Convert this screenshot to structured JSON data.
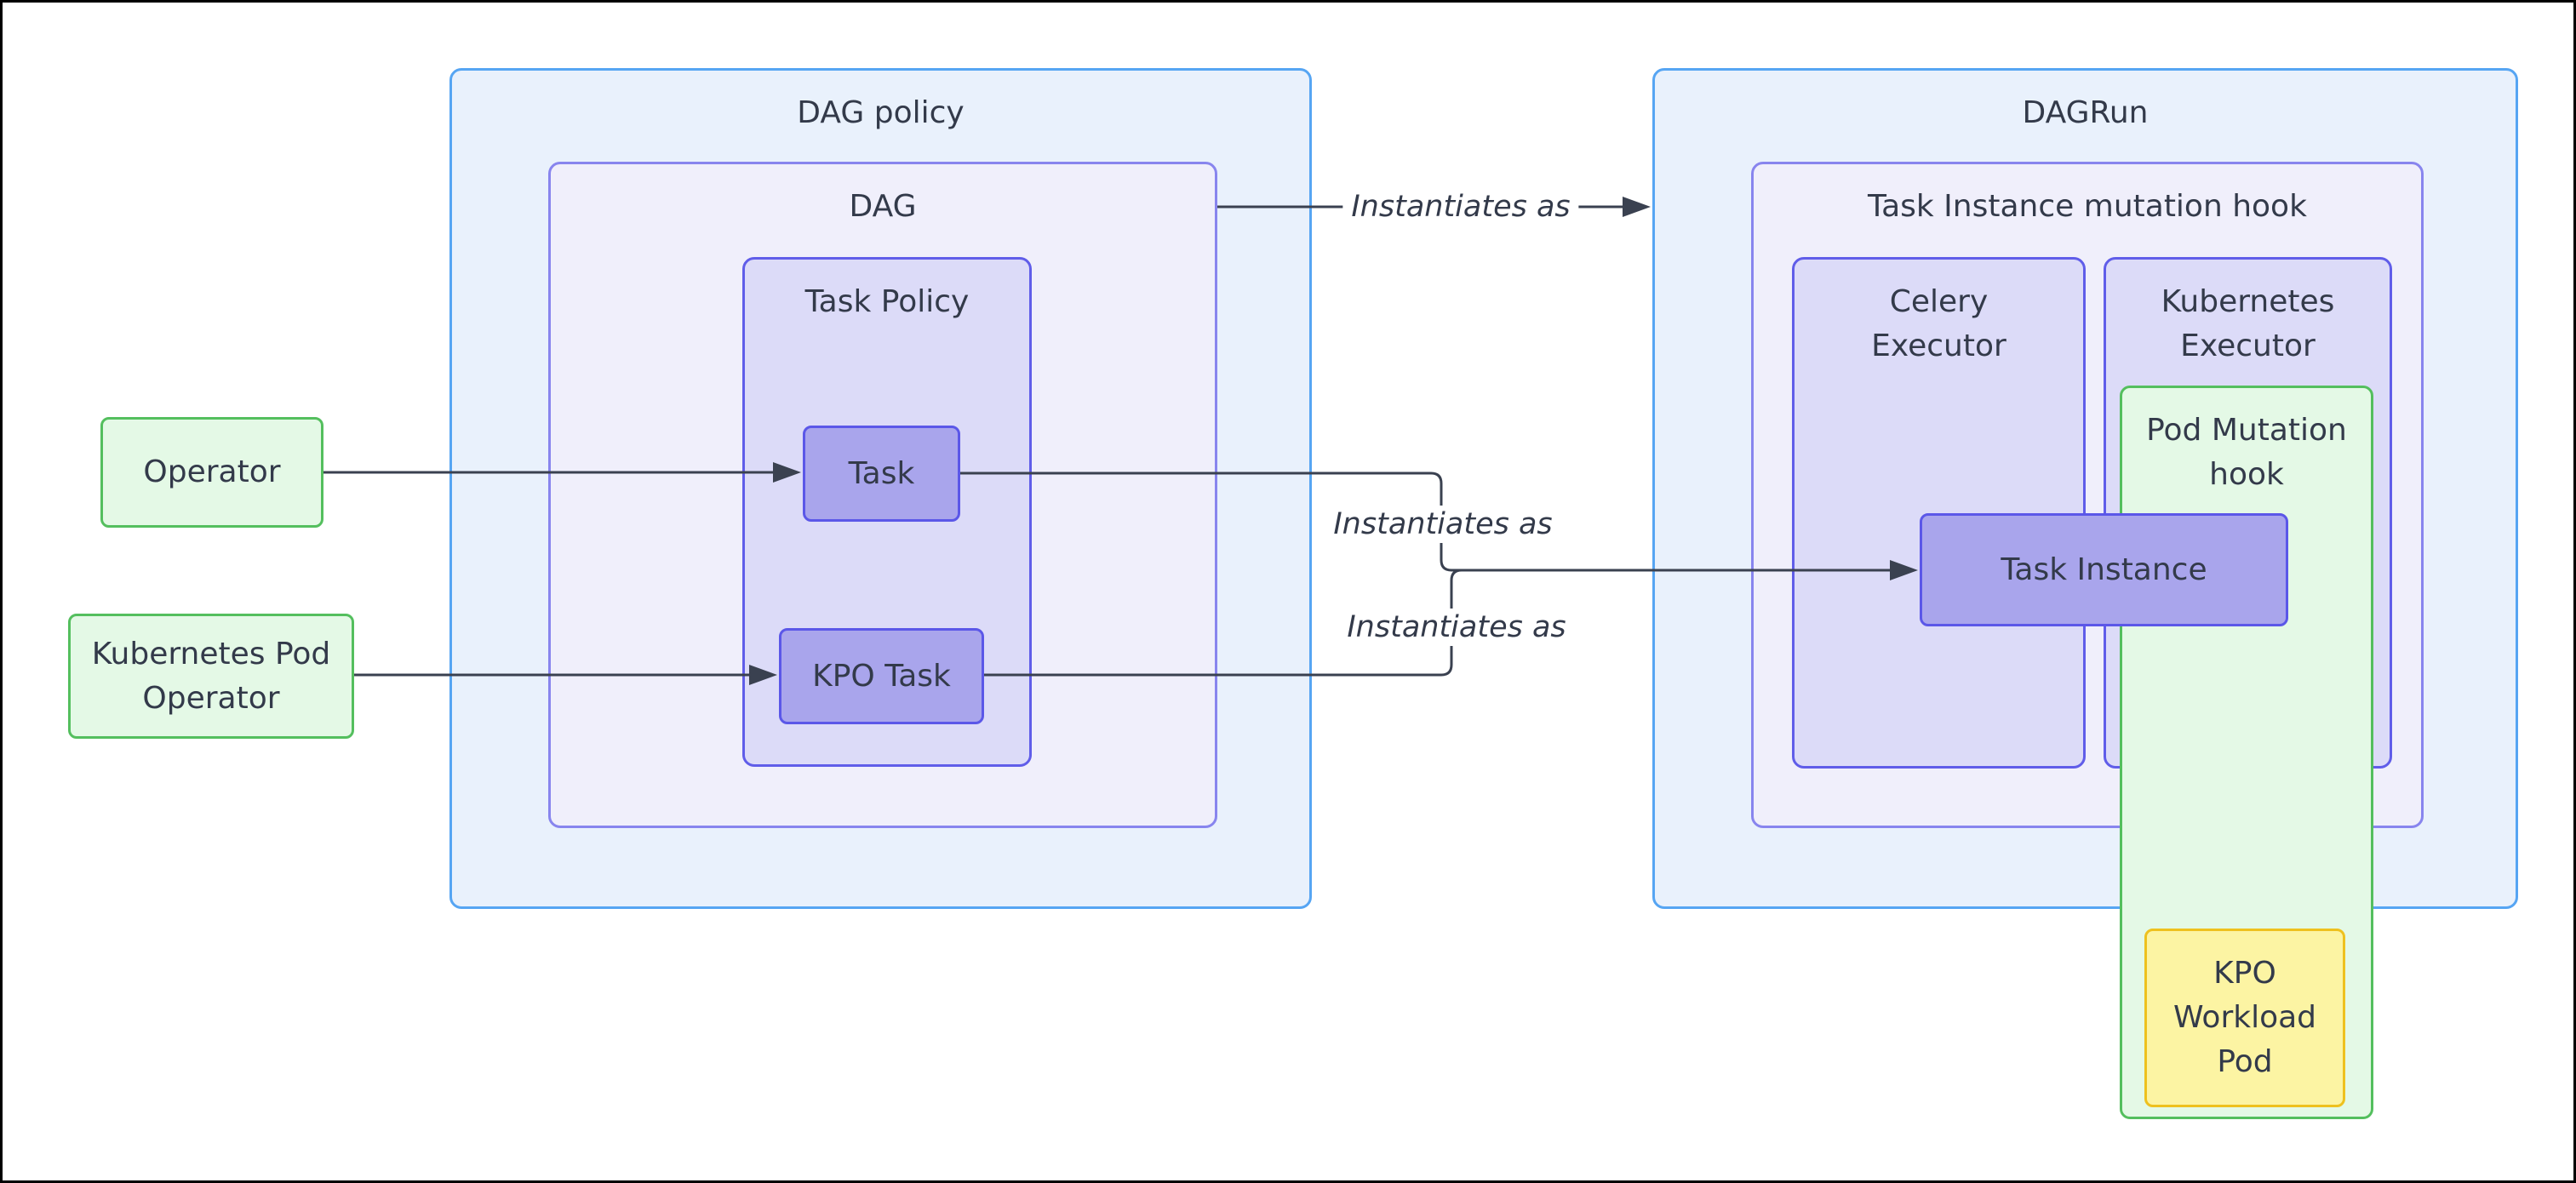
{
  "diagram": {
    "clusters": {
      "dag_policy": {
        "label": "DAG policy"
      },
      "dag": {
        "label": "DAG"
      },
      "task_policy": {
        "label": "Task Policy"
      },
      "dagrun": {
        "label": "DAGRun"
      },
      "ti_mutation_hook": {
        "label": "Task Instance mutation hook"
      },
      "celery_executor": {
        "label": "Celery Executor"
      },
      "kubernetes_executor": {
        "label": "Kubernetes Executor"
      },
      "pod_mutation_hook": {
        "label": "Pod Mutation hook"
      }
    },
    "nodes": {
      "operator": {
        "label": "Operator"
      },
      "kubernetes_pod_operator": {
        "label": "Kubernetes Pod Operator"
      },
      "task": {
        "label": "Task"
      },
      "kpo_task": {
        "label": "KPO Task"
      },
      "task_instance": {
        "label": "Task Instance"
      },
      "kpo_workload_pod": {
        "label": "KPO Workload Pod"
      }
    },
    "edges": [
      {
        "from": "DAG",
        "to": "DAGRun",
        "label": "Instantiates as"
      },
      {
        "from": "Task",
        "to": "Task Instance",
        "label": "Instantiates as"
      },
      {
        "from": "KPO Task",
        "to": "Task Instance",
        "label": "Instantiates as"
      },
      {
        "from": "Operator",
        "to": "Task",
        "label": ""
      },
      {
        "from": "Kubernetes Pod Operator",
        "to": "KPO Task",
        "label": ""
      }
    ],
    "colors": {
      "blue_cluster_fill": "#e9f1fc",
      "blue_cluster_border": "#56a5f3",
      "lav_cluster_fill": "#f0effb",
      "lav_cluster_border": "#8885ee",
      "mid_cluster_fill": "#dcdbf8",
      "mid_cluster_border": "#605de9",
      "node_purple_fill": "#a9a5ec",
      "node_purple_border": "#5b57e8",
      "green_fill": "#e4f9e6",
      "green_border": "#54bf5e",
      "yellow_fill": "#fcf4a3",
      "yellow_border": "#eec11e",
      "edge": "#3a4150",
      "text": "#333a4a"
    }
  }
}
